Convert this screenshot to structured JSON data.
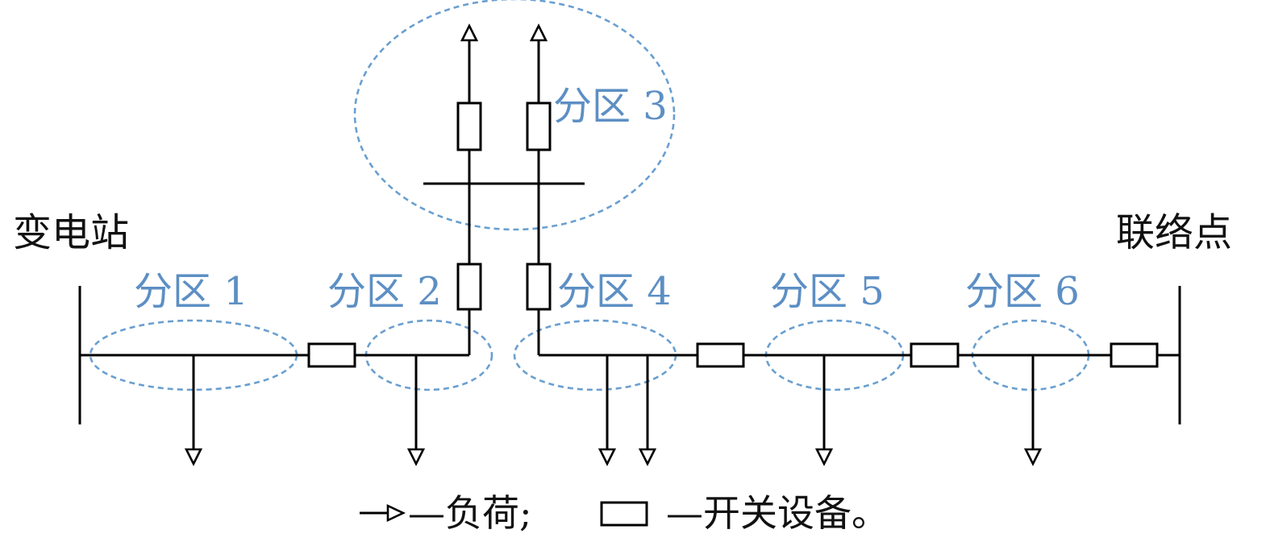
{
  "labels": {
    "substation": "变电站",
    "tie_point": "联络点"
  },
  "zones": [
    {
      "label": "分区 1"
    },
    {
      "label": "分区 2"
    },
    {
      "label": "分区 3"
    },
    {
      "label": "分区 4"
    },
    {
      "label": "分区 5"
    },
    {
      "label": "分区 6"
    }
  ],
  "legend": {
    "load_text": "—负荷;",
    "switch_text": "—开关设备。"
  },
  "colors": {
    "zone_color": "#6a9fd0",
    "label_color": "#5d8fc4",
    "line_color": "#000000"
  }
}
